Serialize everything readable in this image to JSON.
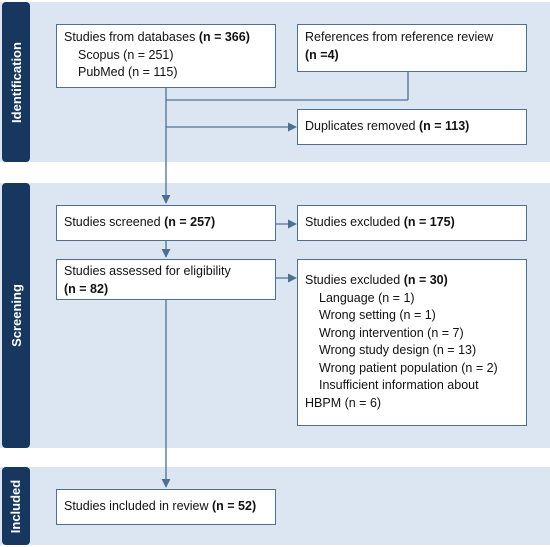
{
  "phases": {
    "identification": "Identification",
    "screening": "Screening",
    "included": "Included"
  },
  "boxes": {
    "databases": {
      "title": "Studies from databases",
      "count": "(n = 366)",
      "items": [
        "Scopus (n = 251)",
        "PubMed (n = 115)"
      ]
    },
    "references": {
      "title": "References from reference review",
      "count": "(n =4)"
    },
    "duplicates": {
      "title": "Duplicates removed",
      "count": "(n = 113)"
    },
    "screened": {
      "title": "Studies screened",
      "count": "(n = 257)"
    },
    "excluded_screen": {
      "title": "Studies excluded",
      "count": "(n = 175)"
    },
    "eligibility": {
      "title": "Studies assessed for eligibility",
      "count": "(n = 82)"
    },
    "excluded_full": {
      "title": "Studies excluded",
      "count": "(n = 30)",
      "reasons": [
        "Language (n = 1)",
        "Wrong setting (n = 1)",
        "Wrong intervention (n = 7)",
        "Wrong study design (n = 13)",
        "Wrong patient population (n = 2)",
        "Insufficient information about",
        "HBPM (n = 6)"
      ]
    },
    "included": {
      "title": "Studies included in review",
      "count": "(n = 52)"
    }
  },
  "colors": {
    "phase_background": "#dce6f2",
    "phase_tab": "#17375e",
    "box_border": "#4f6f8f",
    "arrow": "#4f6f8f"
  }
}
